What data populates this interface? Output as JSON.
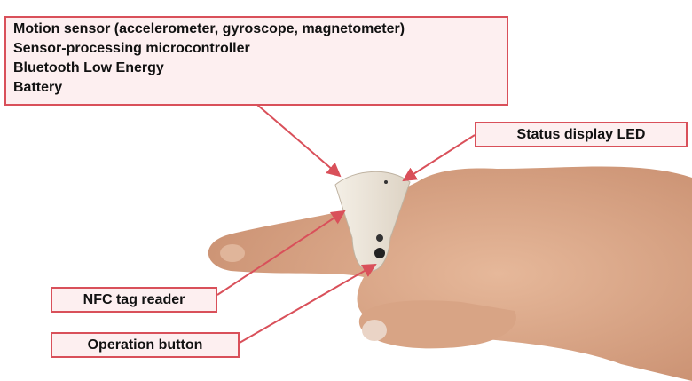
{
  "components_box": {
    "lines": [
      "Motion sensor (accelerometer, gyroscope, magnetometer)",
      "Sensor-processing microcontroller",
      "Bluetooth Low Energy",
      "Battery"
    ]
  },
  "labels": {
    "status_led": "Status display LED",
    "nfc": "NFC tag reader",
    "operation_button": "Operation button"
  },
  "colors": {
    "label_border": "#d9505a",
    "label_fill": "#fdeff0",
    "arrow": "#d9505a"
  }
}
